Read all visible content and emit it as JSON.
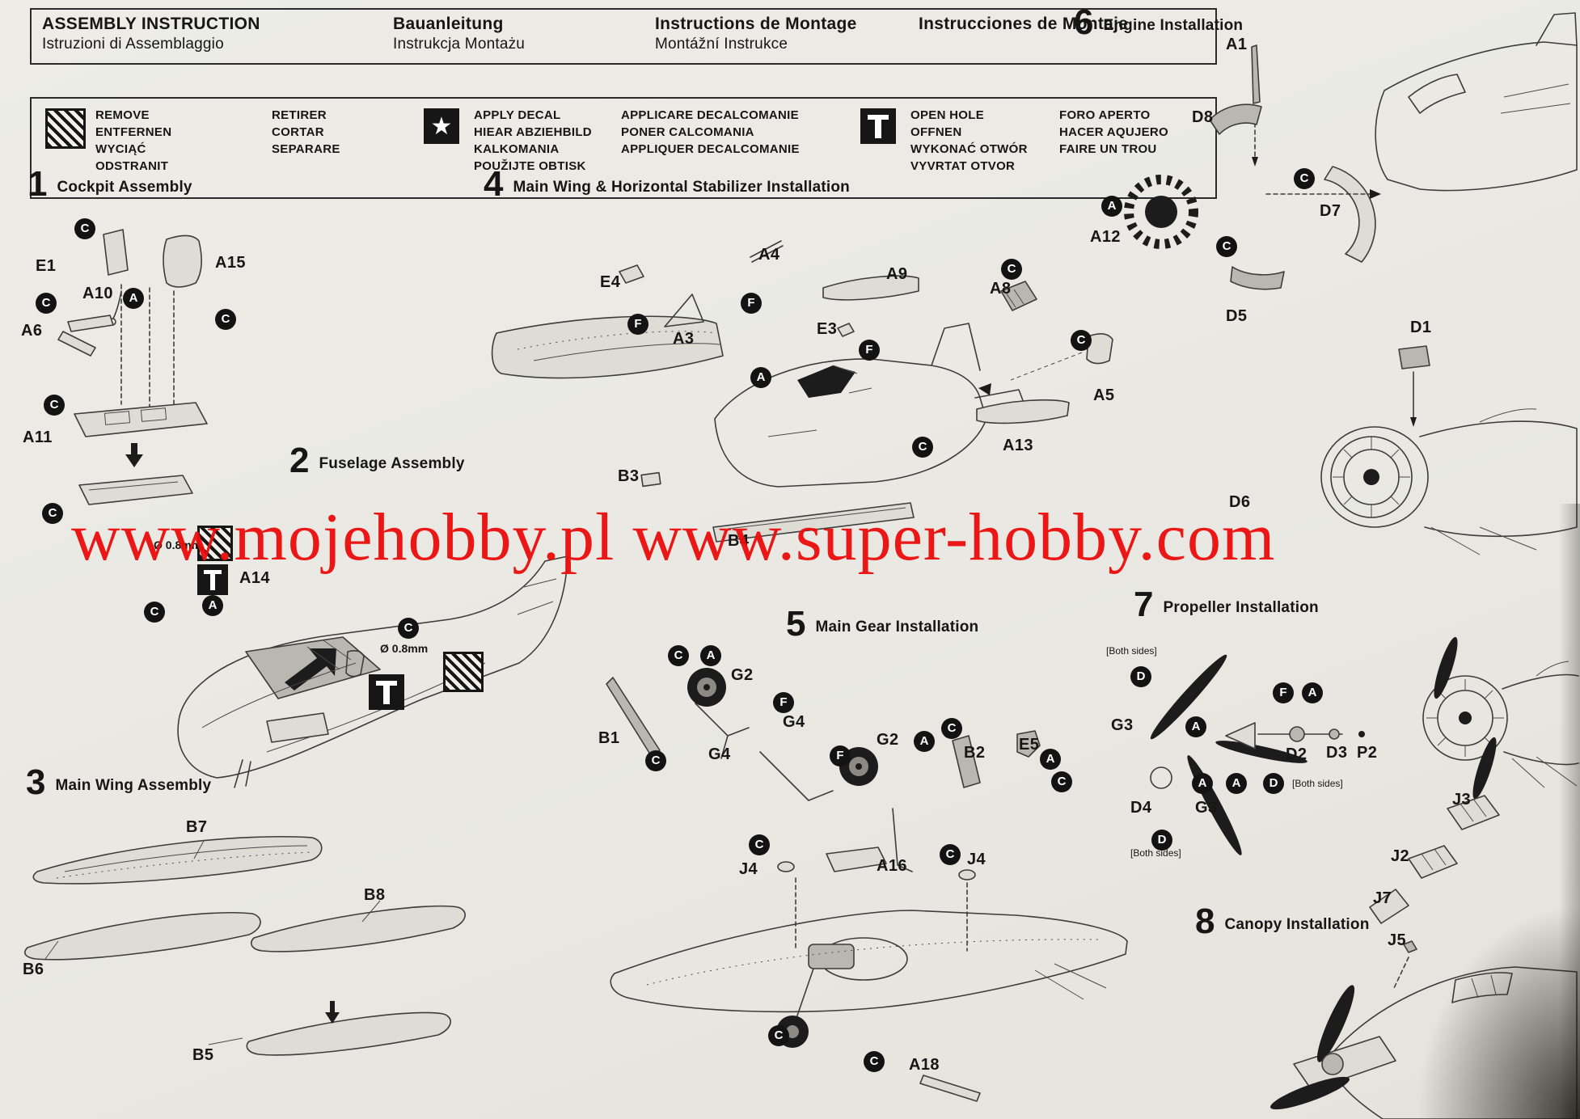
{
  "watermark": {
    "text": "www.mojehobby.pl www.super-hobby.com"
  },
  "header": {
    "titles": [
      {
        "l1": "ASSEMBLY INSTRUCTION",
        "l2": "Istruzioni di Assemblaggio"
      },
      {
        "l1": "Bauanleitung",
        "l2": "Instrukcja Montażu"
      },
      {
        "l1": "Instructions de Montage",
        "l2": "Montážní Instrukce"
      },
      {
        "l1": "Instrucciones de Montaje",
        "l2": ""
      }
    ]
  },
  "legend": {
    "items": [
      {
        "icon": "remove-hatch",
        "col1": [
          "REMOVE",
          "ENTFERNEN",
          "WYCIĄĆ",
          "ODSTRANIT"
        ],
        "col2": [
          "RETIRER",
          "CORTAR",
          "SEPARARE"
        ]
      },
      {
        "icon": "apply-decal-star",
        "col1": [
          "APPLY DECAL",
          "HIEAR ABZIEHBILD",
          "KALKOMANIA",
          "POUŽIJTE OBTISK"
        ],
        "col2": [
          "APPLICARE DECALCOMANIE",
          "PONER CALCOMANIA",
          "APPLIQUER DECALCOMANIE"
        ]
      },
      {
        "icon": "open-hole",
        "col1": [
          "OPEN HOLE",
          "OFFNEN",
          "WYKONAĆ OTWÓR",
          "VYVRTAT OTVOR"
        ],
        "col2": [
          "FORO APERTO",
          "HACER AQUJERO",
          "FAIRE UN TROU"
        ]
      }
    ]
  },
  "steps": [
    {
      "num": "1",
      "title": "Cockpit Assembly"
    },
    {
      "num": "2",
      "title": "Fuselage Assembly"
    },
    {
      "num": "3",
      "title": "Main Wing Assembly"
    },
    {
      "num": "4",
      "title": "Main Wing & Horizontal Stabilizer Installation"
    },
    {
      "num": "5",
      "title": "Main Gear Installation"
    },
    {
      "num": "6",
      "title": "Engine Installation"
    },
    {
      "num": "7",
      "title": "Propeller Installation"
    },
    {
      "num": "8",
      "title": "Canopy Installation"
    }
  ],
  "notes": {
    "drill": "Ø 0.8mm",
    "both_sides": "[Both sides]"
  },
  "icons": {
    "decal_star": "★"
  },
  "glyphs": {
    "C": "C",
    "A": "A",
    "F": "F",
    "D": "D"
  },
  "parts": {
    "A1": "A1",
    "A3": "A3",
    "A4": "A4",
    "A5": "A5",
    "A6": "A6",
    "A8": "A8",
    "A9": "A9",
    "A10": "A10",
    "A11": "A11",
    "A12": "A12",
    "A13": "A13",
    "A14": "A14",
    "A15": "A15",
    "A16": "A16",
    "A18": "A18",
    "B1": "B1",
    "B2": "B2",
    "B3": "B3",
    "B4": "B4",
    "B5": "B5",
    "B6": "B6",
    "B7": "B7",
    "B8": "B8",
    "D1": "D1",
    "D2": "D2",
    "D3": "D3",
    "D4": "D4",
    "D5": "D5",
    "D6": "D6",
    "D7": "D7",
    "D8": "D8",
    "E1": "E1",
    "E3": "E3",
    "E4": "E4",
    "E5": "E5",
    "G2": "G2",
    "G3": "G3",
    "G4": "G4",
    "J2": "J2",
    "J3": "J3",
    "J4": "J4",
    "J5": "J5",
    "J7": "J7",
    "P2": "P2"
  }
}
